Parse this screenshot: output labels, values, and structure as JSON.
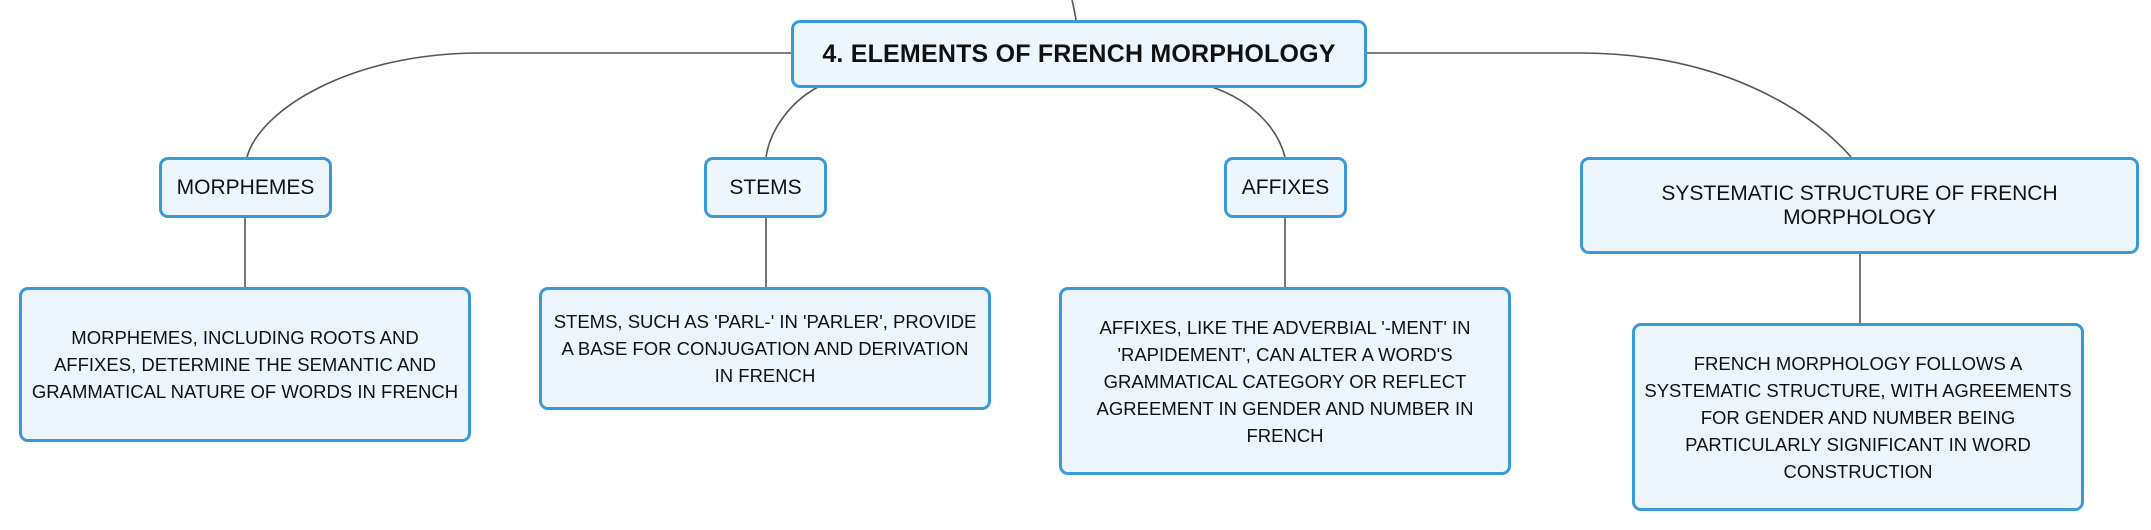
{
  "diagram": {
    "root": {
      "label": "4. ELEMENTS OF FRENCH MORPHOLOGY"
    },
    "branches": [
      {
        "label": "MORPHEMES",
        "detail": "MORPHEMES, INCLUDING ROOTS AND AFFIXES, DETERMINE THE SEMANTIC AND GRAMMATICAL NATURE OF WORDS IN FRENCH"
      },
      {
        "label": "STEMS",
        "detail": "STEMS, SUCH AS 'PARL-' IN 'PARLER', PROVIDE A BASE FOR CONJUGATION AND DERIVATION IN FRENCH"
      },
      {
        "label": "AFFIXES",
        "detail": "AFFIXES, LIKE THE ADVERBIAL '-MENT' IN 'RAPIDEMENT', CAN ALTER A WORD'S GRAMMATICAL CATEGORY OR REFLECT AGREEMENT IN GENDER AND NUMBER IN FRENCH"
      },
      {
        "label": "SYSTEMATIC STRUCTURE OF FRENCH MORPHOLOGY",
        "detail": "FRENCH MORPHOLOGY FOLLOWS A SYSTEMATIC STRUCTURE, WITH AGREEMENTS FOR GENDER AND NUMBER BEING PARTICULARLY SIGNIFICANT IN WORD CONSTRUCTION"
      }
    ]
  },
  "colors": {
    "node_border": "#3a9ad9",
    "node_fill": "#eef6fd",
    "connector": "#555555",
    "text": "#111111"
  }
}
